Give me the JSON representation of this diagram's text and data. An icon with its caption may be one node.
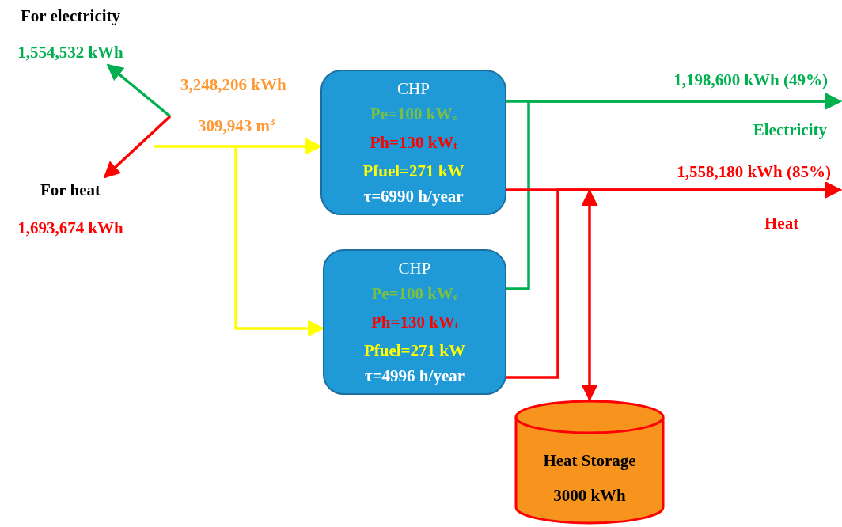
{
  "diagram": {
    "nodes": [
      {
        "text": [
          "CHP",
          "Pe=100 kW$_{e}$",
          "Ph=130 kW$_{t}$",
          "Pfuel=271 kW",
          "τ=6990 h/year"
        ]
      },
      {
        "text": [
          "CHP",
          "Pe=100 kW$_{e}$",
          "Ph=130 kW$_{t}$",
          "Pfuel=271 kW",
          "τ=4996 h/year"
        ]
      },
      {
        "text": [
          "Heat Storage",
          "3000 kWh"
        ]
      },
      {
        "text": [
          "For electricity",
          "1,554,532 kWh"
        ]
      },
      {
        "text": [
          "For heat",
          "1,693,674 kWh"
        ]
      }
    ],
    "edges": [
      {
        "from": null,
        "to": 3,
        "arrow": "to",
        "color": "#00b050"
      },
      {
        "from": null,
        "to": 4,
        "arrow": "to",
        "color": "#ff0000"
      },
      {
        "from": null,
        "to": 0,
        "arrow": "to",
        "color": "#ffff00"
      },
      {
        "from": null,
        "to": 1,
        "arrow": "to",
        "color": "#ffff00"
      },
      {
        "from": 0,
        "to": null,
        "arrow": "to",
        "label": "1,198,600 kWh (49%)",
        "color": "#00b050"
      },
      {
        "from": 1,
        "to": null,
        "arrow": "to",
        "color": "#00b050"
      },
      {
        "from": 0,
        "to": null,
        "arrow": "to",
        "label": "1,558,180 kWh (85%)",
        "color": "#ff0000"
      },
      {
        "from": 1,
        "to": null,
        "arrow": "to",
        "color": "#ff0000"
      },
      {
        "from": null,
        "to": 2,
        "arrow": "both",
        "color": "#ff0000"
      }
    ],
    "labels": [
      "3,248,206 kWh",
      "309,943 m$^{3}$",
      "Electricity",
      "Heat"
    ]
  }
}
